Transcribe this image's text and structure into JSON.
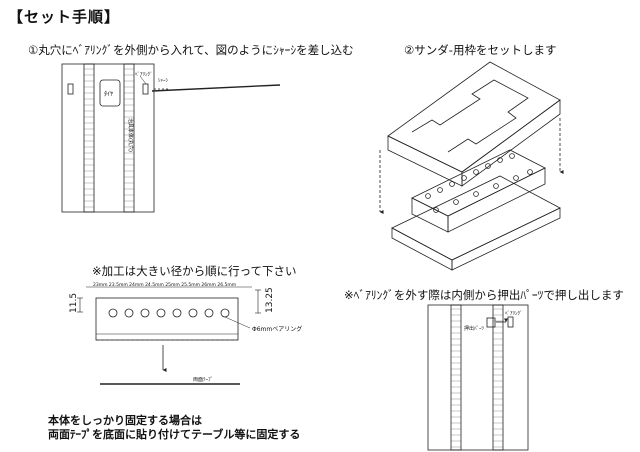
{
  "title": "【セット手順】",
  "step1": {
    "heading": "①丸穴にﾍﾞｱﾘﾝｸﾞを外側から入れて、図のようにｼｬｰｼを差し込む",
    "label_tire": "ﾀｲﾔ",
    "label_bearing": "ﾍﾞｱﾘﾝｸﾞ",
    "label_chassis": "ｼｬｰｼ",
    "label_body": "治具本体(丸穴)"
  },
  "step2": {
    "heading": "②サンダ-用枠をセットします"
  },
  "step3": {
    "heading": "※加工は大きい径から順に行って下さい",
    "sizes": "23mm 23.5mm 24mm 24.5mm 25mm 25.5mm 26mm 26.5mm",
    "dim_left": "11.5",
    "dim_right": "13.25",
    "label_bearing": "Φ6mmベアリング",
    "label_tape": "両面ﾃｰﾌﾟ",
    "note_line1": "本体をしっかり固定する場合は",
    "note_line2": "両面ﾃｰﾌﾟを底面に貼り付けてテーブル等に固定する"
  },
  "step4": {
    "heading": "※ﾍﾞｱﾘﾝｸﾞを外す際は内側から押出ﾊﾟｰﾂで押し出します",
    "label_pusher": "押出ﾊﾟｰﾂ",
    "label_bearing": "ﾍﾞｱﾘﾝｸﾞ"
  }
}
